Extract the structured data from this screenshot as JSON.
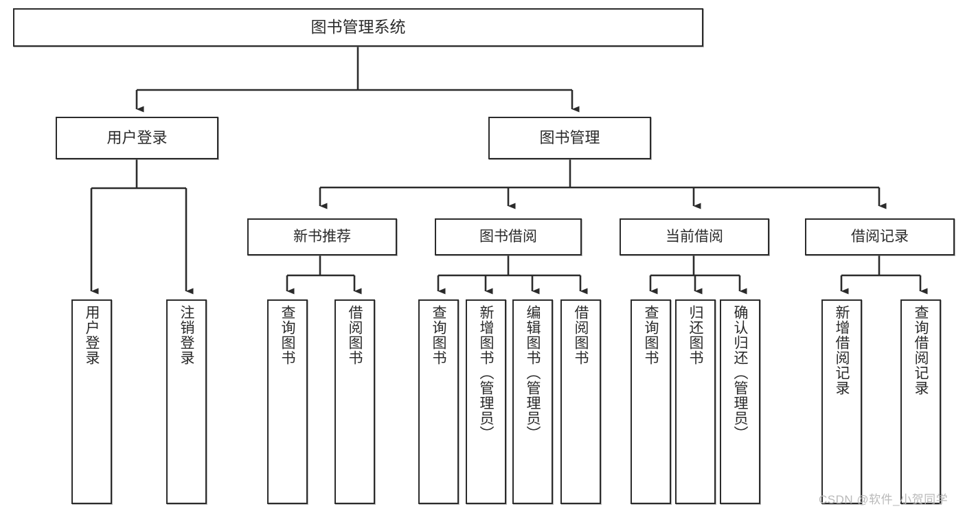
{
  "diagram": {
    "title": "图书管理系统",
    "type": "tree",
    "orientation": "top-down",
    "line_color": "#2b2b2b",
    "box_fill": "#ffffff",
    "text_color": "#2a2a2a",
    "nodes": {
      "root": {
        "label": "图书管理系统"
      },
      "level1": [
        {
          "label": "用户登录"
        },
        {
          "label": "图书管理"
        }
      ],
      "level2": [
        {
          "label": "新书推荐"
        },
        {
          "label": "图书借阅"
        },
        {
          "label": "当前借阅"
        },
        {
          "label": "借阅记录"
        }
      ],
      "leaves": [
        {
          "label": "用户登录",
          "parent": "用户登录"
        },
        {
          "label": "注销登录",
          "parent": "用户登录"
        },
        {
          "label": "查询图书",
          "parent": "新书推荐"
        },
        {
          "label": "借阅图书",
          "parent": "新书推荐"
        },
        {
          "label": "查询图书",
          "parent": "图书借阅"
        },
        {
          "label": "新增图书（管理员）",
          "parent": "图书借阅"
        },
        {
          "label": "编辑图书（管理员）",
          "parent": "图书借阅"
        },
        {
          "label": "借阅图书",
          "parent": "图书借阅"
        },
        {
          "label": "查询图书",
          "parent": "当前借阅"
        },
        {
          "label": "归还图书",
          "parent": "当前借阅"
        },
        {
          "label": "确认归还（管理员）",
          "parent": "当前借阅"
        },
        {
          "label": "新增借阅记录",
          "parent": "借阅记录"
        },
        {
          "label": "查询借阅记录",
          "parent": "借阅记录"
        }
      ]
    },
    "watermark": "CSDN @软件_小贺同学"
  }
}
